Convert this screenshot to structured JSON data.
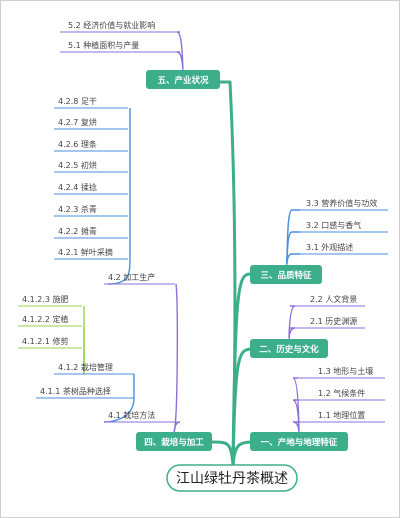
{
  "root": {
    "title": "江山绿牡丹茶概述"
  },
  "colors": {
    "trunk": "#3dae8a",
    "node_fill": "#3dae8a",
    "root_border": "#3dae8a",
    "branch_purple": "#8e6fd8",
    "branch_blue": "#4a8fe0",
    "branch_green": "#9ad24a"
  },
  "topics": {
    "t1": {
      "label": "一、产地与地理特征",
      "children": [
        "1.1 地理位置",
        "1.2 气候条件",
        "1.3 地形与土壤"
      ]
    },
    "t2": {
      "label": "二、历史与文化",
      "children": [
        "2.1 历史渊源",
        "2.2 人文背景"
      ]
    },
    "t3": {
      "label": "三、品质特征",
      "children": [
        "3.1 外观描述",
        "3.2 口感与香气",
        "3.3 营养价值与功效"
      ]
    },
    "t4": {
      "label": "四、栽培与加工",
      "b41": {
        "label": "4.1 栽培方法",
        "sub1": "4.1.1 茶树品种选择",
        "sub2": "4.1.2 栽培管理",
        "leaves": [
          "4.1.2.1 修剪",
          "4.1.2.2 定植",
          "4.1.2.3 施肥"
        ]
      },
      "b42": {
        "label": "4.2 加工生产",
        "leaves": [
          "4.2.1 鲜叶采摘",
          "4.2.2 摊青",
          "4.2.3 杀青",
          "4.2.4 揉捻",
          "4.2.5 初烘",
          "4.2.6 理条",
          "4.2.7 复烘",
          "4.2.8 足干"
        ]
      }
    },
    "t5": {
      "label": "五、产业状况",
      "children": [
        "5.1 种植面积与产量",
        "5.2 经济价值与就业影响"
      ]
    }
  }
}
